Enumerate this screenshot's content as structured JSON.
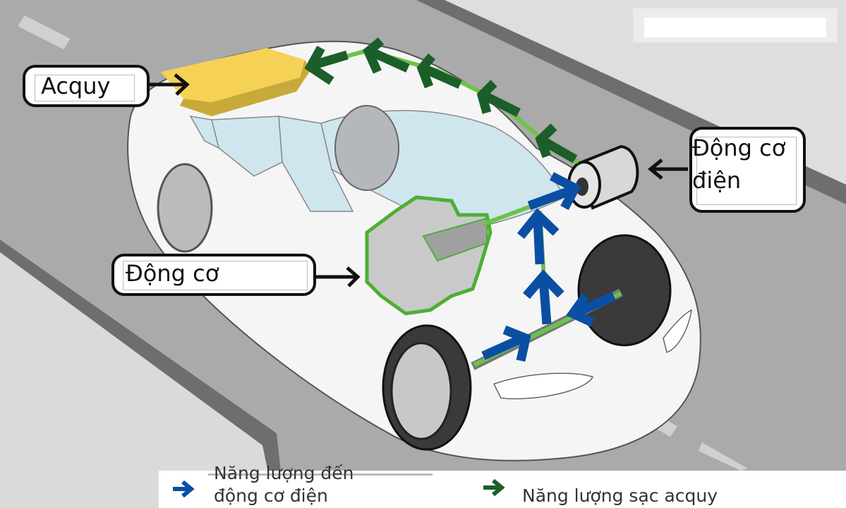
{
  "diagram": {
    "labels": {
      "battery": "Acquy",
      "electric_motor_line1": "Động cơ",
      "electric_motor_line2": "điện",
      "engine": "Động cơ"
    },
    "legend": {
      "blue_line1": "Năng lượng đến",
      "blue_line2": "động cơ điện",
      "green": "Năng lượng sạc acquy"
    },
    "colors": {
      "road": "#aaaaaa",
      "sidewalk": "#d9d9d9",
      "curb": "#6e6e6e",
      "battery": "#f5d256",
      "battery_side": "#c9a93a",
      "charge_arrow": "#1c5e2a",
      "charge_line": "#6cc24a",
      "power_arrow": "#0a4fa3",
      "engine_outline": "#4caf35",
      "glass": "#cfe6ef",
      "tire": "#3a3a3a"
    },
    "icons": {
      "legend_blue": "arrow-right-icon",
      "legend_green": "arrow-right-icon"
    }
  }
}
